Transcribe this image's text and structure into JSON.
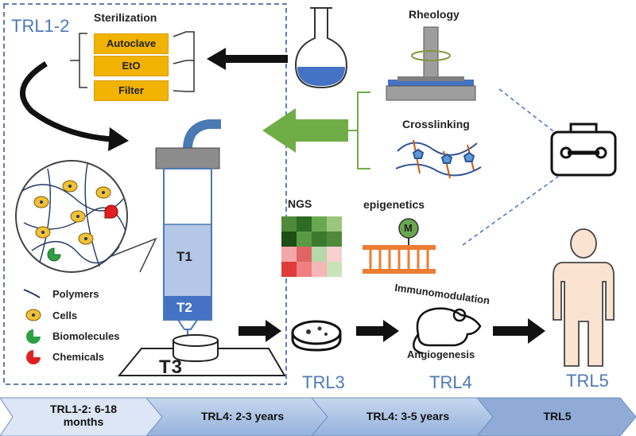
{
  "labels": {
    "trl12": "TRL1-2",
    "sterilization": "Sterilization",
    "rheology": "Rheology",
    "crosslinking": "Crosslinking",
    "ngs": "NGS",
    "epigenetics": "epigenetics",
    "methyl": "M",
    "t1": "T1",
    "t2": "T2",
    "t3": "T3",
    "immunomodulation": "Immunomodulation",
    "angiogenesis": "Angiogenesis",
    "trl3": "TRL3",
    "trl4": "TRL4",
    "trl5": "TRL5"
  },
  "sterilization_methods": [
    "Autoclave",
    "EtO",
    "Filter"
  ],
  "legend": [
    "Polymers",
    "Cells",
    "Biomolecules",
    "Chemicals"
  ],
  "timeline": [
    {
      "line1": "TRL1-2: 6-18",
      "line2": "months"
    },
    {
      "line1": "TRL4: 2-3 years",
      "line2": ""
    },
    {
      "line1": "TRL4: 3-5 years",
      "line2": ""
    },
    {
      "line1": "TRL5",
      "line2": ""
    }
  ],
  "colors": {
    "accent_blue": "#4e79b7",
    "sterilization_box": "#f2b300",
    "green_arrow": "#70ad47",
    "timeline_fill": "#a9c1e3"
  },
  "icons": [
    "flask-icon",
    "rheometer-icon",
    "toolbox-icon",
    "syringe-icon",
    "petri-dish-icon",
    "mouse-icon",
    "human-icon",
    "dna-icon"
  ]
}
